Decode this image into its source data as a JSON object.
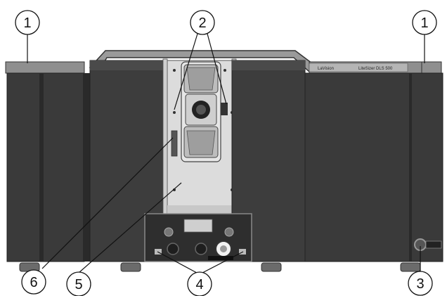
{
  "colors": {
    "housing_dark": "#3a3a3a",
    "housing_edge": "#2a2a2a",
    "panel_grey": "#8f8f8f",
    "center_panel": "#dcdcdc",
    "callout_stroke": "#111111"
  },
  "nameplate": {
    "left_text": "LaVision",
    "right_text": "LiteSizer DLS 500"
  },
  "callouts": [
    {
      "number": "1"
    },
    {
      "number": "2"
    },
    {
      "number": "1"
    },
    {
      "number": "6"
    },
    {
      "number": "5"
    },
    {
      "number": "4"
    },
    {
      "number": "3"
    }
  ]
}
